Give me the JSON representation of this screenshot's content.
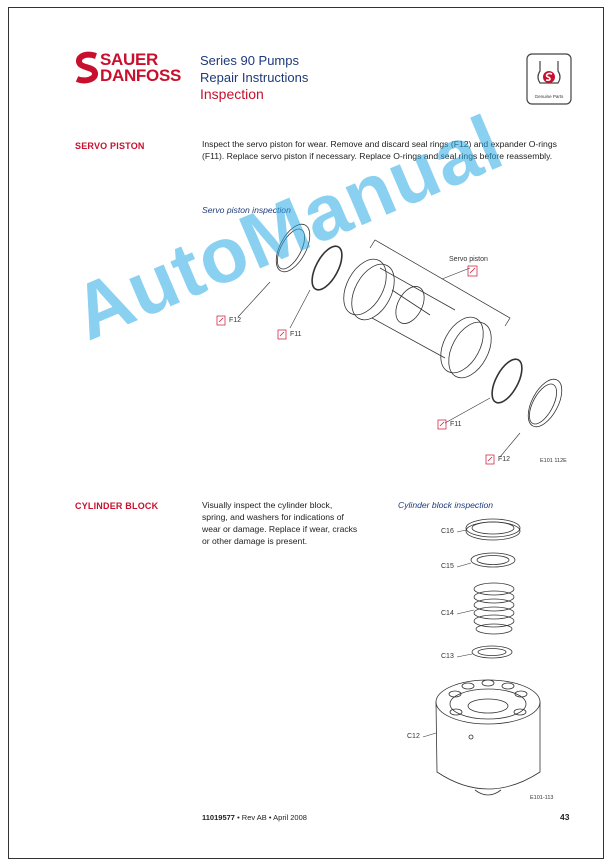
{
  "header": {
    "logo_line1": "SAUER",
    "logo_line2": "DANFOSS",
    "series": "Series 90 Pumps",
    "doc_type": "Repair Instructions",
    "section": "Inspection",
    "genuine_parts": "Genuine Parts"
  },
  "servo": {
    "label": "SERVO PISTON",
    "text": "Inspect the servo piston for wear. Remove and discard seal rings (F12) and expander O-rings (F11). Replace servo piston if necessary. Replace O-rings and seal rings before reassembly.",
    "figure_caption": "Servo piston inspection",
    "callout_servo": "Servo piston",
    "f12_a": "F12",
    "f11_a": "F11",
    "f11_b": "F11",
    "f12_b": "F12",
    "figure_id": "E101 112E"
  },
  "cylinder": {
    "label": "CYLINDER BLOCK",
    "text_lines": [
      "Visually inspect the cylinder block,",
      "spring, and washers for indications of",
      "wear or damage. Replace if wear, cracks",
      "or other damage is present."
    ],
    "figure_caption": "Cylinder block inspection",
    "c16": "C16",
    "c15": "C15",
    "c14": "C14",
    "c13": "C13",
    "c12": "C12",
    "figure_id": "E101-113"
  },
  "watermark": "AutoManual",
  "footer": {
    "doc_number": "11019577",
    "rev": "• Rev AB • April 2008",
    "page": "43"
  },
  "colors": {
    "brand_red": "#c8102e",
    "brand_blue": "#1e3a7a",
    "watermark": "#28aae6"
  }
}
